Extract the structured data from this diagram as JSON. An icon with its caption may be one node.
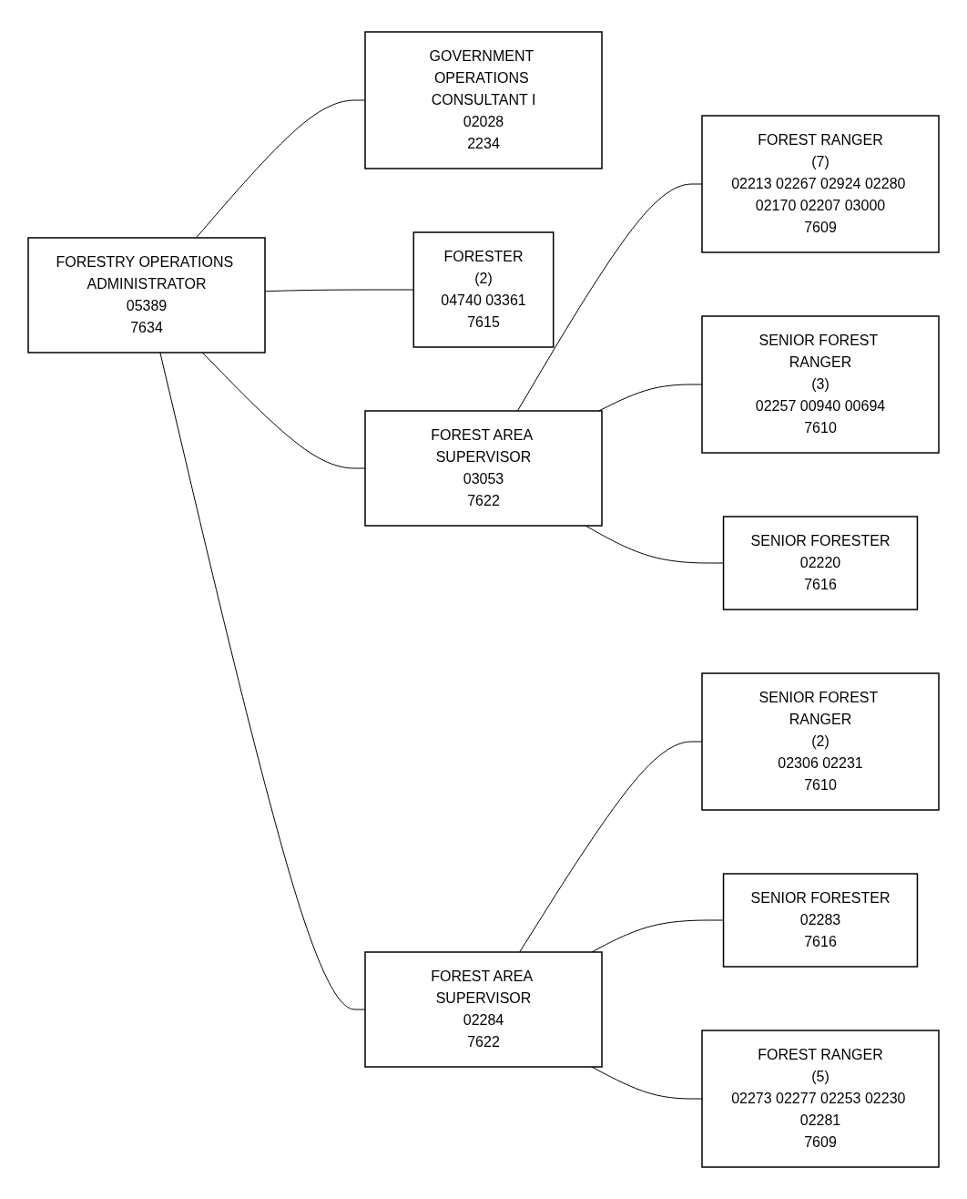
{
  "diagram": {
    "nodes": [
      {
        "text": [
          "FORESTRY OPERATIONS ADMINISTRATOR",
          "05389",
          "7634"
        ]
      },
      {
        "text": [
          "GOVERNMENT OPERATIONS CONSULTANT I",
          "02028",
          "2234"
        ]
      },
      {
        "text": [
          "FORESTER",
          "(2)",
          "04740 03361",
          "7615"
        ]
      },
      {
        "text": [
          "FOREST AREA SUPERVISOR",
          "03053",
          "7622"
        ]
      },
      {
        "text": [
          "FOREST AREA SUPERVISOR",
          "02284",
          "7622"
        ]
      },
      {
        "text": [
          "FOREST RANGER",
          "(7)",
          "02213 02267 02924 02280 02170 02207 03000",
          "7609"
        ]
      },
      {
        "text": [
          "SENIOR FOREST RANGER",
          "(3)",
          "02257 00940 00694",
          "7610"
        ]
      },
      {
        "text": [
          "SENIOR FORESTER",
          "02220",
          "7616"
        ]
      },
      {
        "text": [
          "SENIOR FOREST RANGER",
          "(2)",
          "02306 02231",
          "7610"
        ]
      },
      {
        "text": [
          "SENIOR FORESTER",
          "02283",
          "7616"
        ]
      },
      {
        "text": [
          "FOREST RANGER",
          "(5)",
          "02273 02277 02253 02230 02281",
          "7609"
        ]
      }
    ],
    "edges": [
      {
        "from": 0,
        "to": 1,
        "arrow": "none"
      },
      {
        "from": 0,
        "to": 2,
        "arrow": "none"
      },
      {
        "from": 0,
        "to": 3,
        "arrow": "none"
      },
      {
        "from": 0,
        "to": 4,
        "arrow": "none"
      },
      {
        "from": 3,
        "to": 5,
        "arrow": "none"
      },
      {
        "from": 3,
        "to": 6,
        "arrow": "none"
      },
      {
        "from": 3,
        "to": 7,
        "arrow": "none"
      },
      {
        "from": 4,
        "to": 8,
        "arrow": "none"
      },
      {
        "from": 4,
        "to": 9,
        "arrow": "none"
      },
      {
        "from": 4,
        "to": 10,
        "arrow": "none"
      }
    ]
  }
}
